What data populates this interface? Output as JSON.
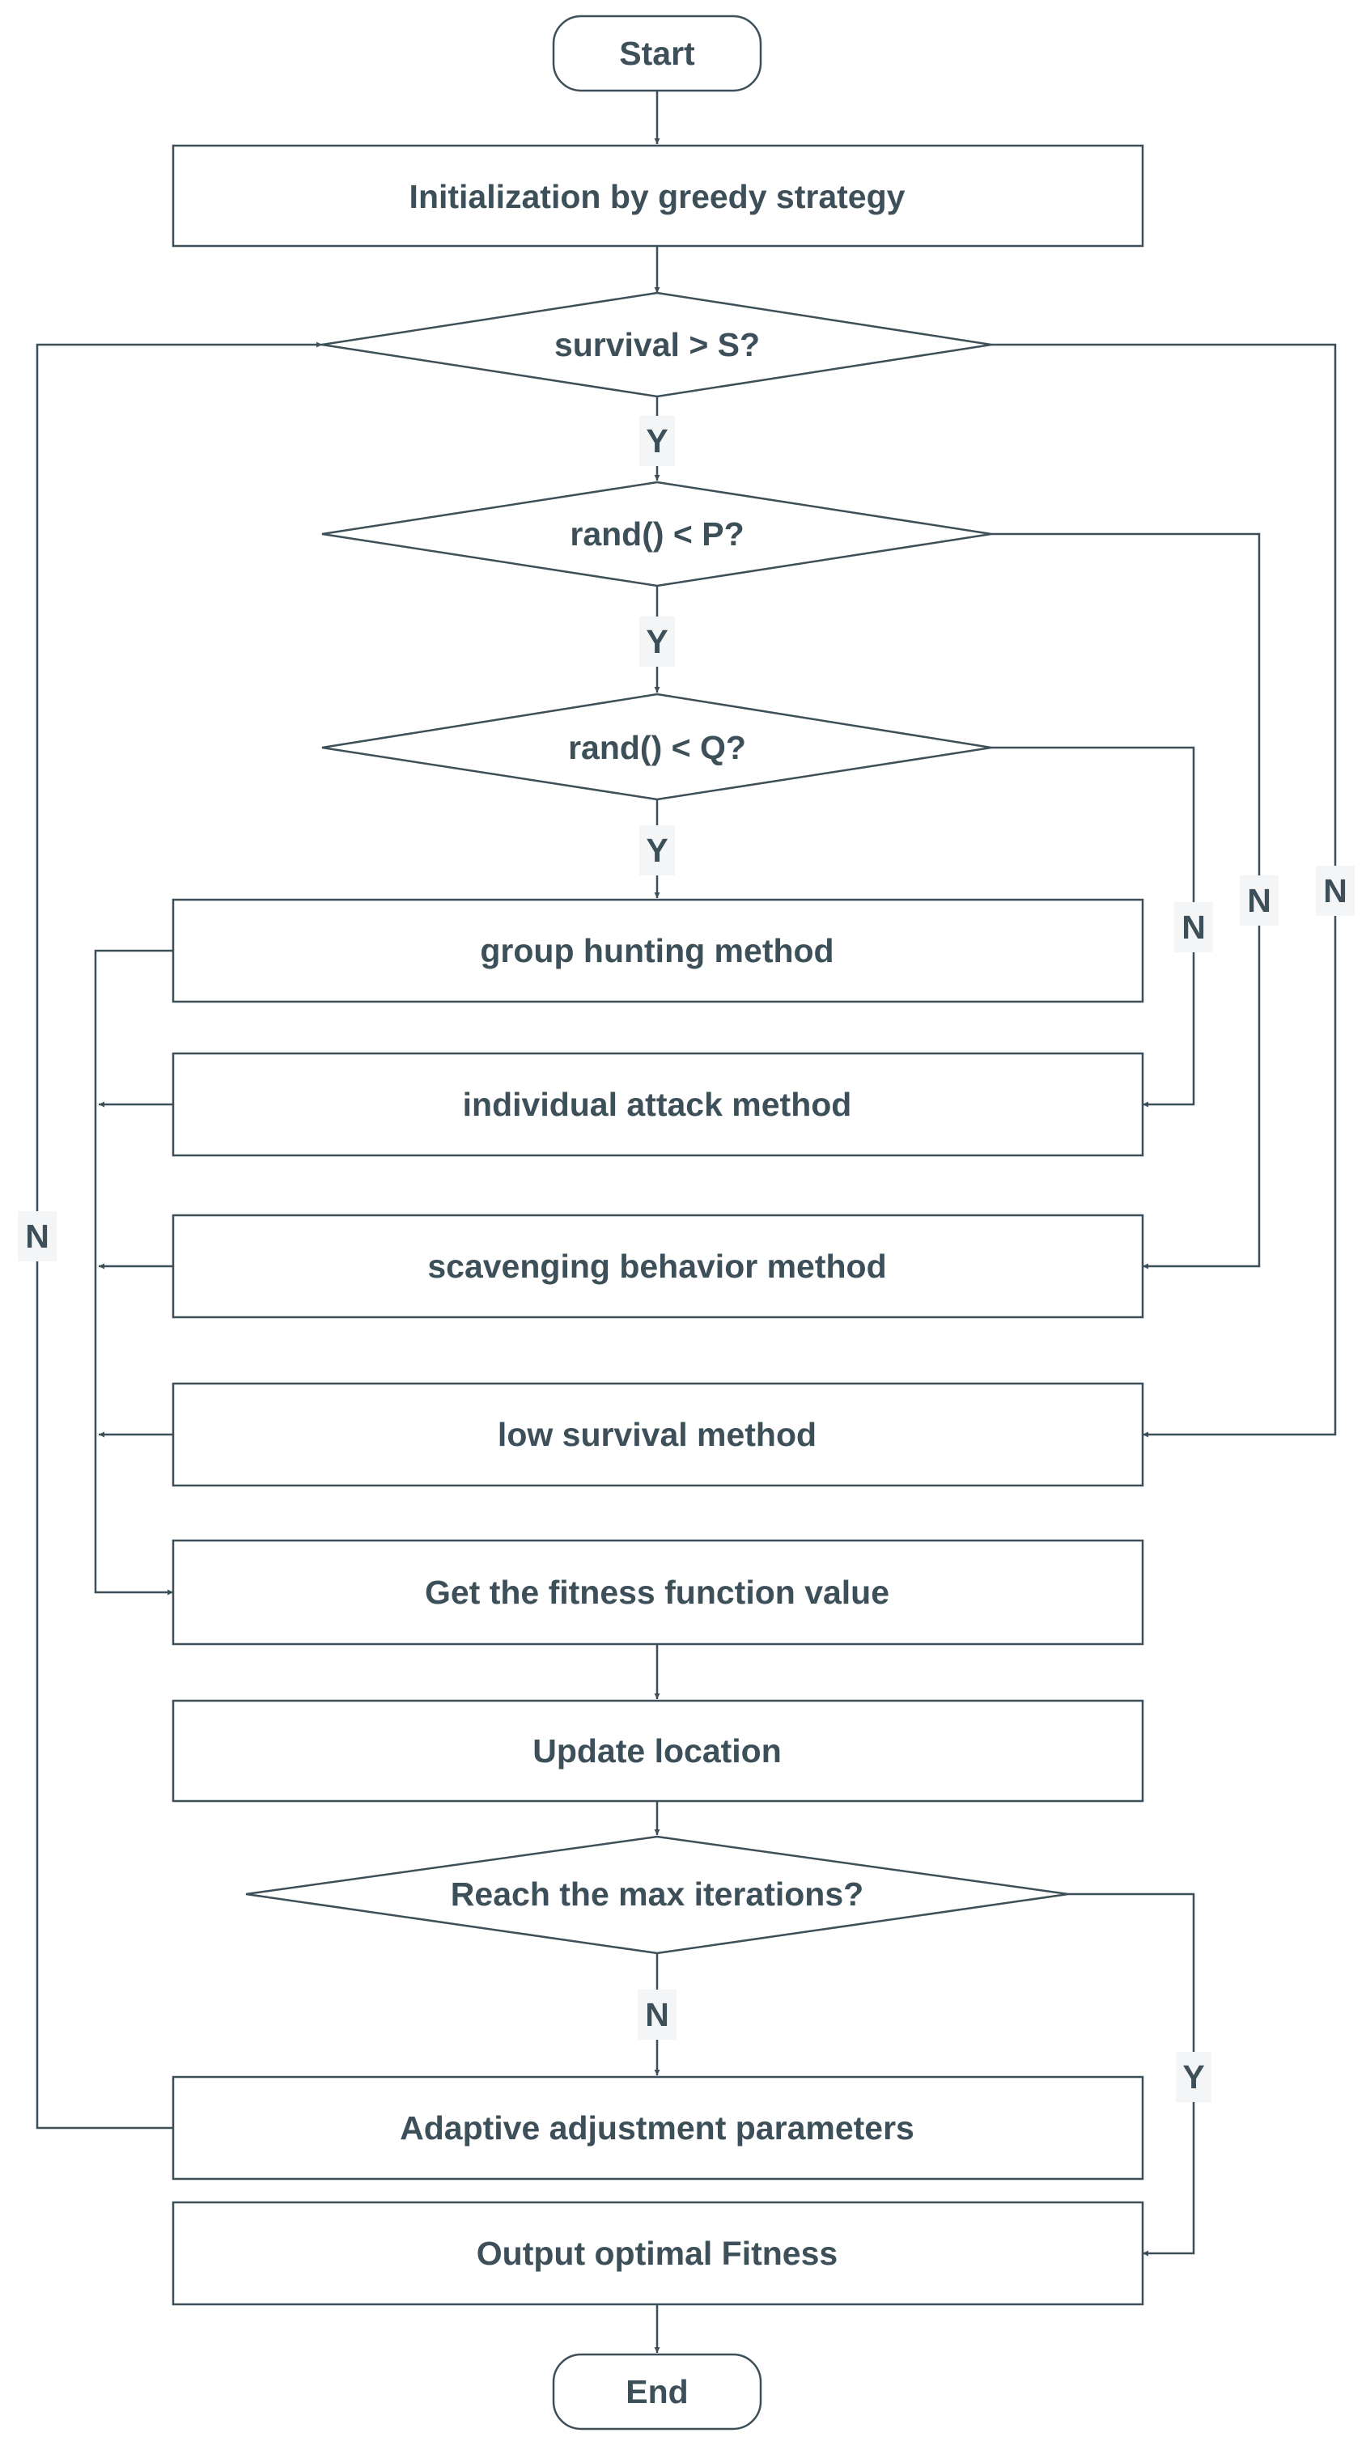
{
  "nodes": {
    "start": "Start",
    "init": "Initialization by greedy strategy",
    "dec_survival": "survival > S?",
    "dec_p": "rand() < P?",
    "dec_q": "rand() < Q?",
    "group": "group hunting method",
    "individual": "individual attack method",
    "scavenging": "scavenging behavior method",
    "low": "low survival method",
    "fitness": "Get the fitness function value",
    "update": "Update location",
    "dec_max": "Reach the max iterations?",
    "adaptive": "Adaptive adjustment parameters",
    "output": "Output optimal Fitness",
    "end": "End"
  },
  "edge_labels": {
    "survival_yes": "Y",
    "p_yes": "Y",
    "q_yes": "Y",
    "q_no": "N",
    "p_no": "N",
    "survival_no": "N",
    "loop_no": "N",
    "max_no": "N",
    "max_yes": "Y"
  }
}
